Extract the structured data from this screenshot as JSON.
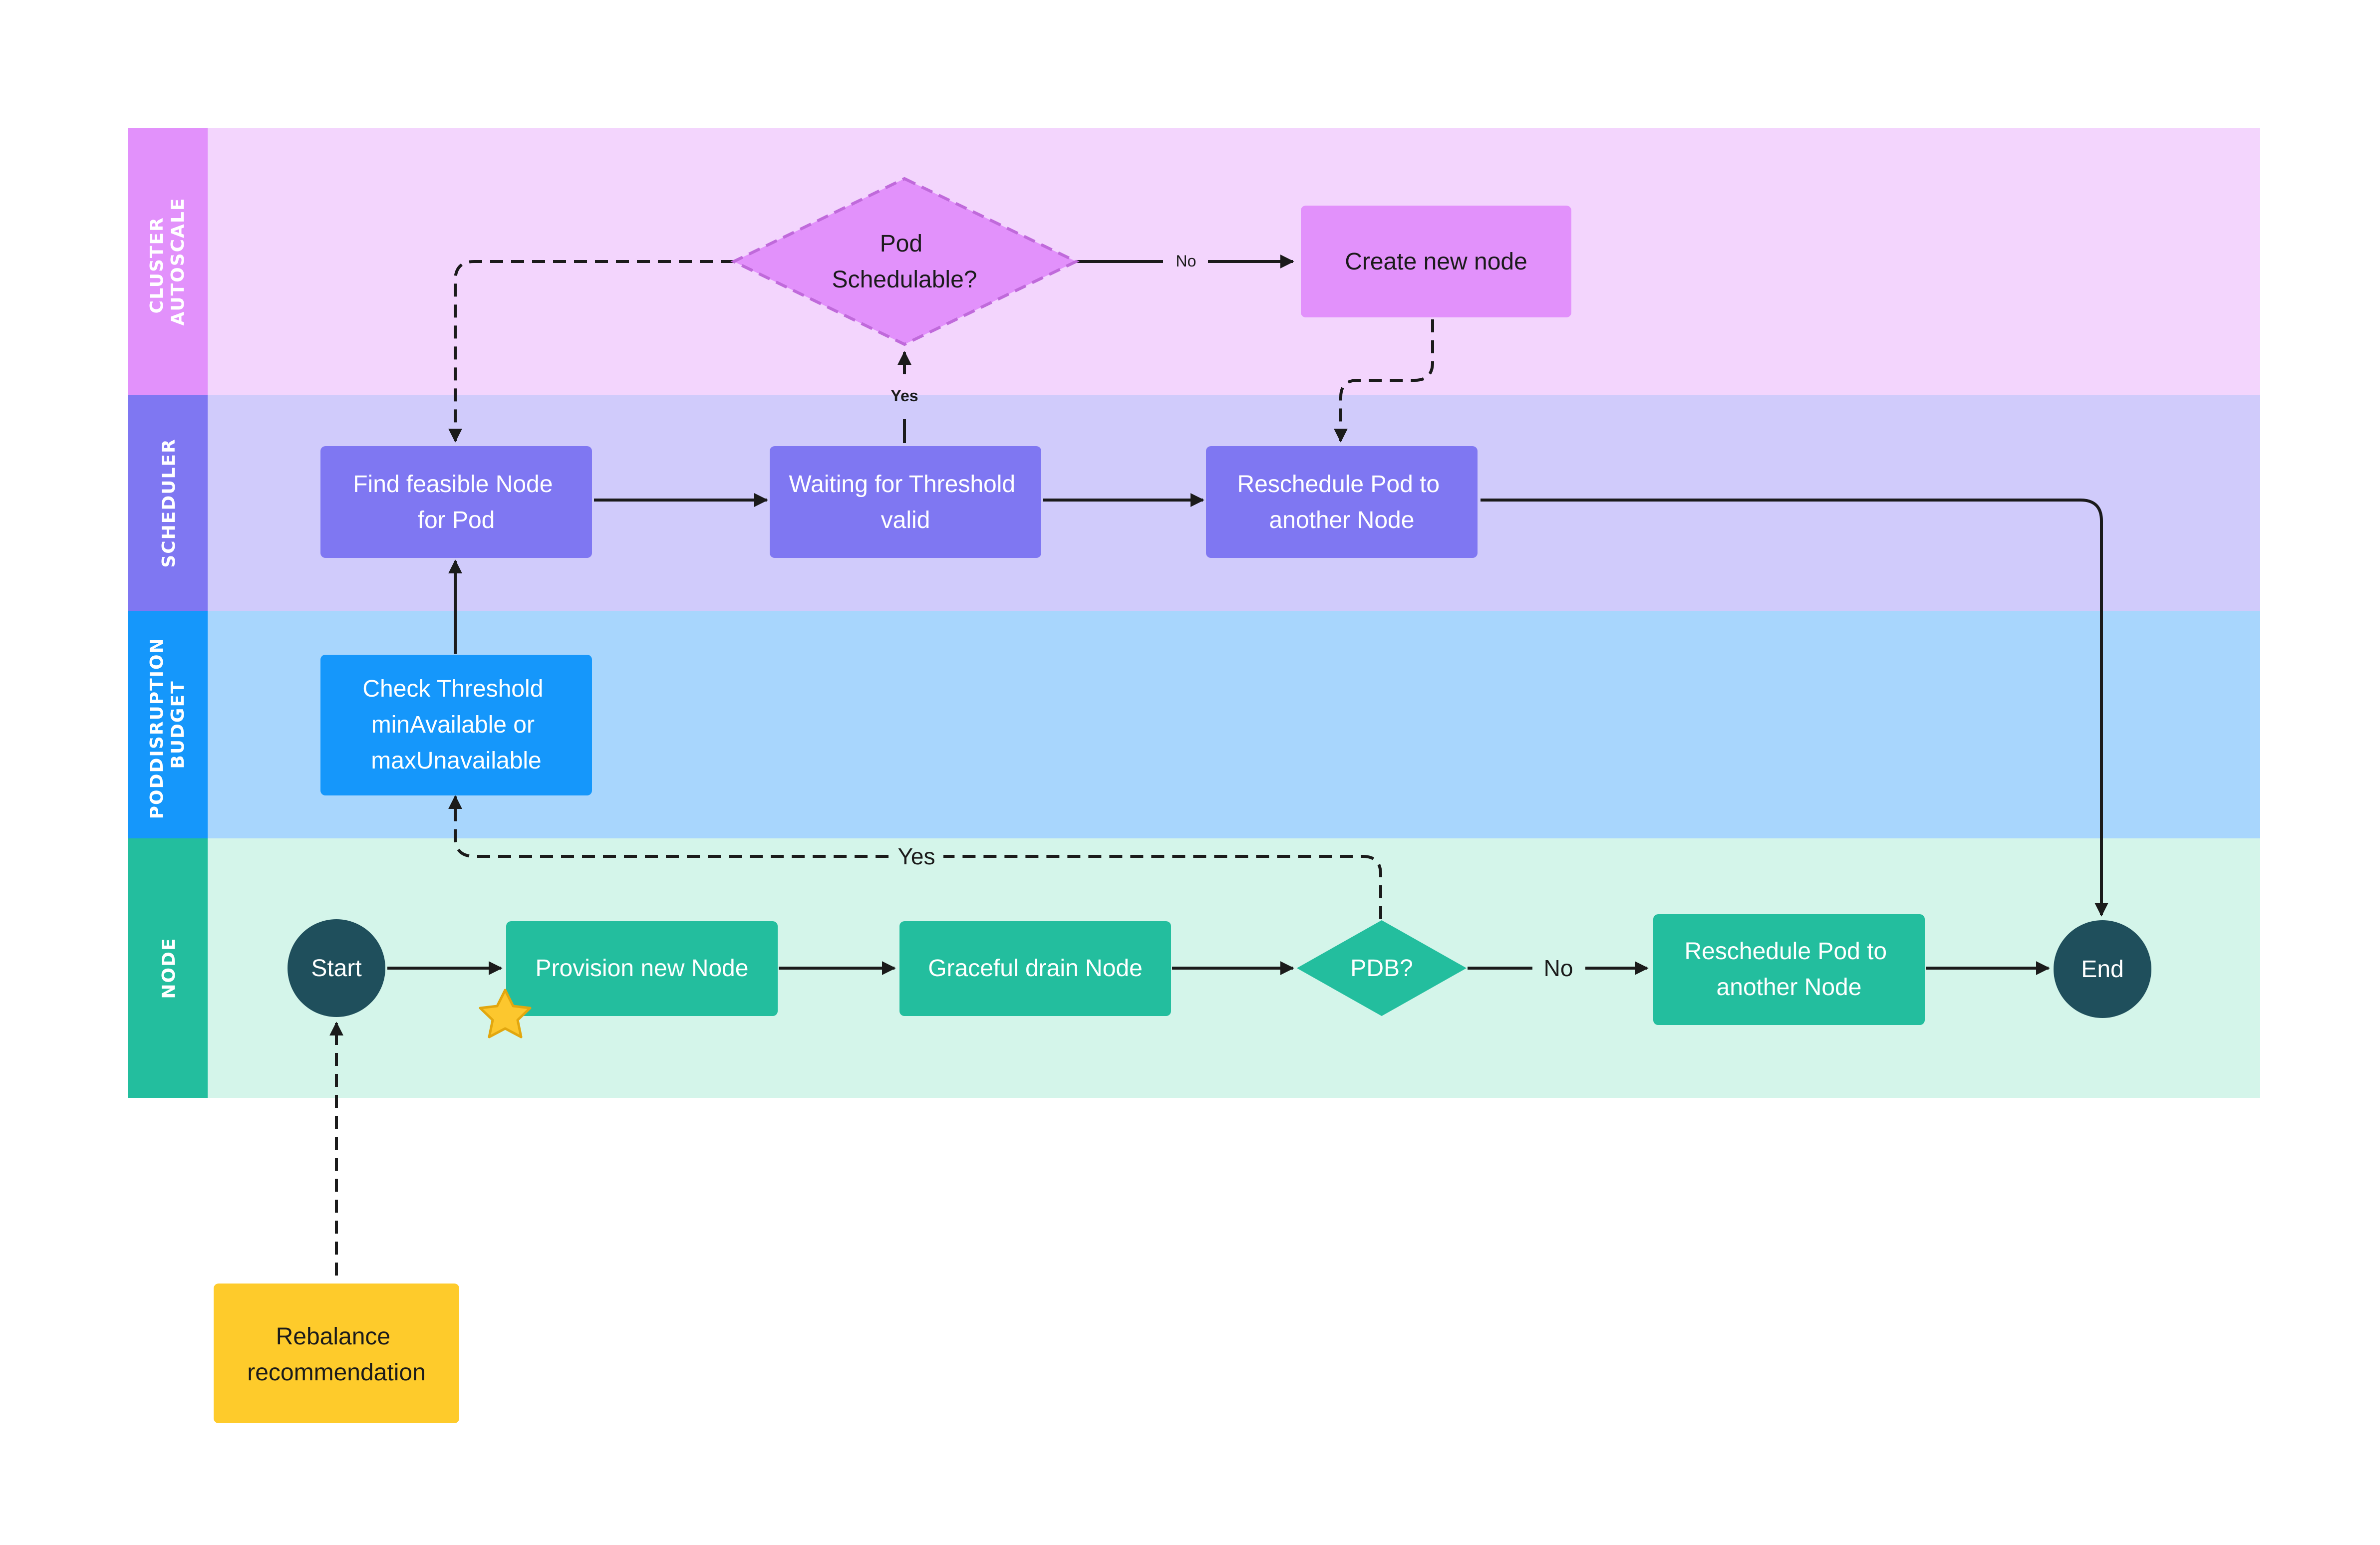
{
  "lanes": {
    "cluster_autoscale": {
      "line1": "CLUSTER",
      "line2": "AUTOSCALE"
    },
    "scheduler": {
      "line1": "SCHEDULER"
    },
    "pod_disruption_budget": {
      "line1": "PODDISRUPTION",
      "line2": "BUDGET"
    },
    "node": {
      "line1": "NODE"
    }
  },
  "nodes": {
    "pod_schedulable": {
      "line1": "Pod",
      "line2": "Schedulable?"
    },
    "create_new_node": {
      "line1": "Create new node"
    },
    "find_feasible_node": {
      "line1": "Find feasible Node",
      "line2": "for Pod"
    },
    "waiting_threshold": {
      "line1": "Waiting for Threshold",
      "line2": "valid"
    },
    "reschedule_pod_scheduler": {
      "line1": "Reschedule Pod to",
      "line2": "another Node"
    },
    "check_threshold": {
      "line1": "Check Threshold",
      "line2": "minAvailable or",
      "line3": "maxUnavailable"
    },
    "start": {
      "line1": "Start"
    },
    "provision_new_node": {
      "line1": "Provision new Node"
    },
    "graceful_drain": {
      "line1": "Graceful drain Node"
    },
    "pdb": {
      "line1": "PDB?"
    },
    "reschedule_pod_node": {
      "line1": "Reschedule Pod to",
      "line2": "another Node"
    },
    "end": {
      "line1": "End"
    },
    "rebalance": {
      "line1": "Rebalance",
      "line2": "recommendation"
    }
  },
  "edge_labels": {
    "pod_no": "No",
    "pod_yes": "Yes",
    "pdb_yes": "Yes",
    "pdb_no": "No"
  },
  "colors": {
    "cluster_lane_bg": "#f3d5fd",
    "cluster_lane_header": "#e291fb",
    "cluster_node": "#e291fb",
    "scheduler_lane_bg": "#d0cbfb",
    "scheduler_lane_header": "#7f77f2",
    "scheduler_node": "#7f77f2",
    "pdb_lane_bg": "#a8d6fd",
    "pdb_lane_header": "#1597fb",
    "pdb_node": "#1597fb",
    "node_lane_bg": "#d4f5ea",
    "node_lane_header": "#23be9e",
    "node_node": "#23be9e",
    "terminal": "#1f4f5c",
    "rebalance": "#fecb2b",
    "star": "#fcc72e",
    "connector": "#1b1b1b"
  },
  "icons": {
    "star": "star-icon"
  }
}
